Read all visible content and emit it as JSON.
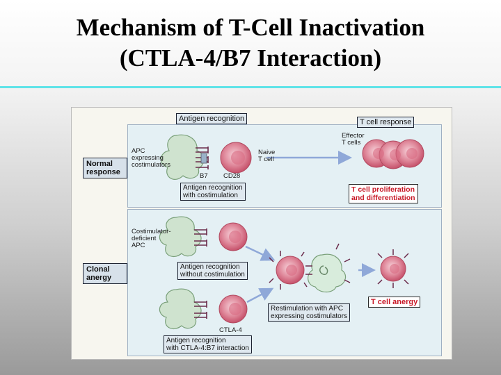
{
  "slide": {
    "title_line1": "Mechanism of T-Cell Inactivation",
    "title_line2": "(CTLA-4/B7 Interaction)"
  },
  "colors": {
    "accent_rule": "#5fe3e8",
    "cell_red": "#c8516a",
    "apc_green": "#cfe3cf",
    "arrow_blue": "#8fa8d8",
    "label_red": "#c81a28"
  },
  "figure": {
    "normal": {
      "side_label": "Normal\nresponse",
      "antigen_recognition": "Antigen recognition",
      "t_cell_response": "T cell response",
      "apc_label": "APC\nexpressing\ncostimulators",
      "naive_label": "Naive\nT cell",
      "b7": "B7",
      "cd28": "CD28",
      "effector_label": "Effector\nT cells",
      "recognition_costim": "Antigen recognition\nwith costimulation",
      "proliferation": "T cell proliferation\nand differentiation"
    },
    "anergy": {
      "side_label": "Clonal\nanergy",
      "costim_deficient": "Costimulator-\ndeficient\nAPC",
      "recognition_without": "Antigen recognition\nwithout costimulation",
      "restimulation": "Restimulation with APC\nexpressing costimulators",
      "t_cell_anergy": "T cell anergy",
      "ctla4": "CTLA-4",
      "recognition_ctla4": "Antigen recognition\nwith CTLA-4:B7 interaction"
    }
  }
}
